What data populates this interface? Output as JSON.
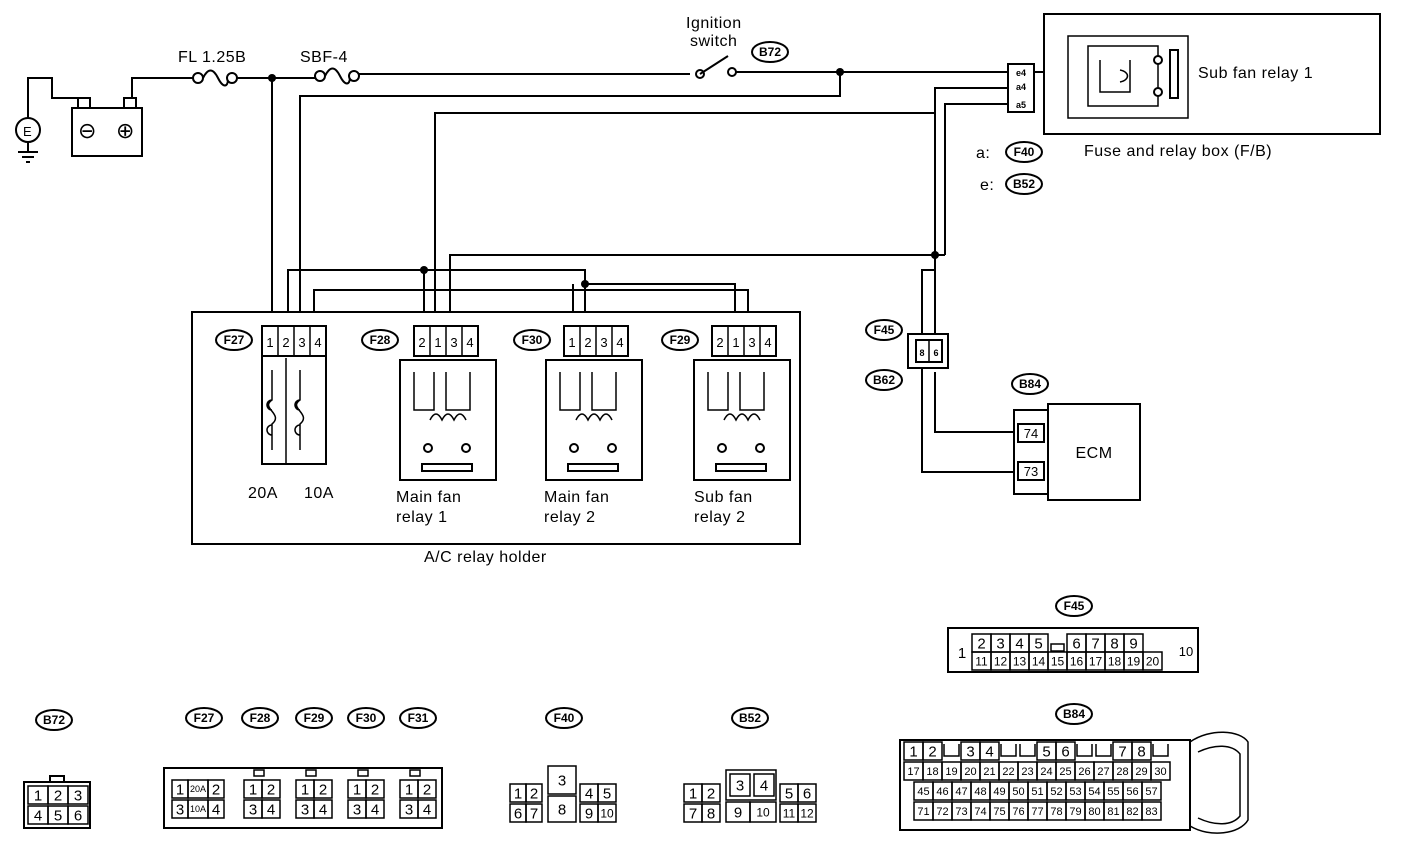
{
  "labels": {
    "ignition_switch_line1": "Ignition",
    "ignition_switch_line2": "switch",
    "fl_fuse": "FL 1.25B",
    "sbf_fuse": "SBF-4",
    "sub_fan_relay_1": "Sub fan relay 1",
    "fuse_relay_box": "Fuse and relay box (F/B)",
    "conn_a_prefix": "a:",
    "conn_e_prefix": "e:",
    "fuse_20a": "20A",
    "fuse_10a": "10A",
    "main_fan_relay_1_line1": "Main fan",
    "main_fan_relay_1_line2": "relay 1",
    "main_fan_relay_2_line1": "Main fan",
    "main_fan_relay_2_line2": "relay 2",
    "sub_fan_relay_2_line1": "Sub fan",
    "sub_fan_relay_2_line2": "relay 2",
    "ac_relay_holder": "A/C relay holder",
    "ecm": "ECM",
    "ground_symbol": "E",
    "battery_minus": "⊖",
    "battery_plus": "⊕"
  },
  "connector_tags": {
    "b72": "B72",
    "f40": "F40",
    "b52": "B52",
    "f27": "F27",
    "f28": "F28",
    "f30": "F30",
    "f29": "F29",
    "f45": "F45",
    "b62": "B62",
    "b84": "B84",
    "f31": "F31"
  },
  "fb_terminals": [
    "e4",
    "a4",
    "a5"
  ],
  "ecm_pins": [
    "74",
    "73"
  ],
  "f45_b62_pins": [
    "8",
    "6"
  ],
  "relay_pins": [
    "1",
    "2",
    "3",
    "4"
  ],
  "layouts": {
    "b72": {
      "row1": [
        "1",
        "2",
        "3"
      ],
      "row2": [
        "4",
        "5",
        "6"
      ]
    },
    "f27": {
      "row1": [
        "1",
        "20A",
        "2"
      ],
      "row2": [
        "3",
        "10A",
        "4"
      ]
    },
    "relay4": {
      "row1": [
        "1",
        "2"
      ],
      "row2": [
        "3",
        "4"
      ]
    },
    "f40": {
      "left": [
        "1",
        "2",
        "6",
        "7"
      ],
      "center": [
        "3",
        "8"
      ],
      "right": [
        "4",
        "5",
        "9",
        "10"
      ]
    },
    "b52": {
      "left": [
        "1",
        "2",
        "7",
        "8"
      ],
      "center_top": [
        "3",
        "4"
      ],
      "center_bottom": [
        "9",
        "10"
      ],
      "right": [
        "5",
        "6",
        "11",
        "12"
      ]
    },
    "f45": {
      "left": "1",
      "top": [
        "2",
        "3",
        "4",
        "5",
        "",
        "6",
        "7",
        "8",
        "9"
      ],
      "bottom": [
        "11",
        "12",
        "13",
        "14",
        "15",
        "16",
        "17",
        "18",
        "19",
        "20"
      ],
      "right": "10"
    },
    "b84": {
      "row1": [
        "1",
        "2",
        "",
        "3",
        "4",
        "",
        "",
        "5",
        "6",
        "",
        "",
        "7",
        "8",
        ""
      ],
      "row2": [
        "17",
        "18",
        "19",
        "20",
        "21",
        "22",
        "23",
        "24",
        "25",
        "26",
        "27",
        "28",
        "29",
        "30"
      ],
      "row3": [
        "45",
        "46",
        "47",
        "48",
        "49",
        "50",
        "51",
        "52",
        "53",
        "54",
        "55",
        "56",
        "57"
      ],
      "row4": [
        "71",
        "72",
        "73",
        "74",
        "75",
        "76",
        "77",
        "78",
        "79",
        "80",
        "81",
        "82",
        "83"
      ]
    }
  }
}
